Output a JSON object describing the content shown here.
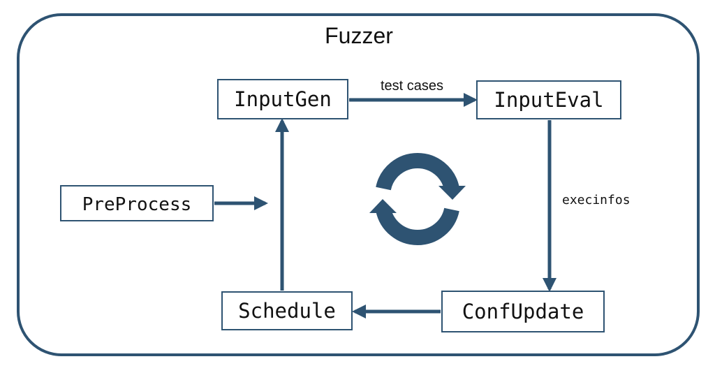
{
  "title": "Fuzzer",
  "nodes": {
    "inputgen": "InputGen",
    "inputeval": "InputEval",
    "preprocess": "PreProcess",
    "schedule": "Schedule",
    "confupdate": "ConfUpdate"
  },
  "edges": {
    "test_cases": "test cases",
    "execinfos": "execinfos"
  },
  "colors": {
    "accent": "#2e5372"
  }
}
